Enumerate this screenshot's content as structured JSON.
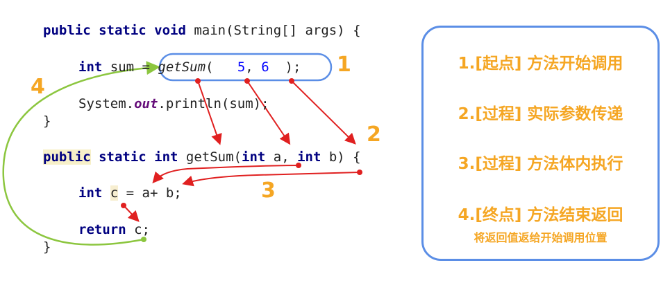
{
  "code": {
    "line1": {
      "kw": "public static void",
      "rest": " main(String[] args) {"
    },
    "line2": {
      "kw": "int",
      "pre": " sum = ",
      "method": "getSum",
      "open": "(",
      "arg1": "5",
      "comma": ",",
      "arg2": "6",
      "close": ");"
    },
    "line3": {
      "obj": "System.",
      "field": "out",
      "rest": ".println(sum);"
    },
    "line4": "}",
    "line5": {
      "kw1": "public",
      "kw2": " static int",
      "name": " getSum(",
      "kw3": "int",
      "p1": " a, ",
      "kw4": "int",
      "p2": " b) {"
    },
    "line6": {
      "kw": "int",
      "sp": " ",
      "var": "c",
      "rest": " = a+ b;"
    },
    "line7": {
      "kw": "return",
      "rest": " c;"
    },
    "line8": "}"
  },
  "steps": {
    "labels": [
      "1",
      "2",
      "3",
      "4"
    ],
    "items": [
      "1.[起点] 方法开始调用",
      "2.[过程] 实际参数传递",
      "3.[过程] 方法体内执行",
      "4.[终点] 方法结束返回"
    ],
    "sub": "将返回值返给开始调用位置"
  },
  "colors": {
    "arrow_red": "#e02020",
    "arrow_green": "#8cc63f",
    "highlight_blue": "#5b8ee6",
    "step_orange": "#f5a623"
  }
}
